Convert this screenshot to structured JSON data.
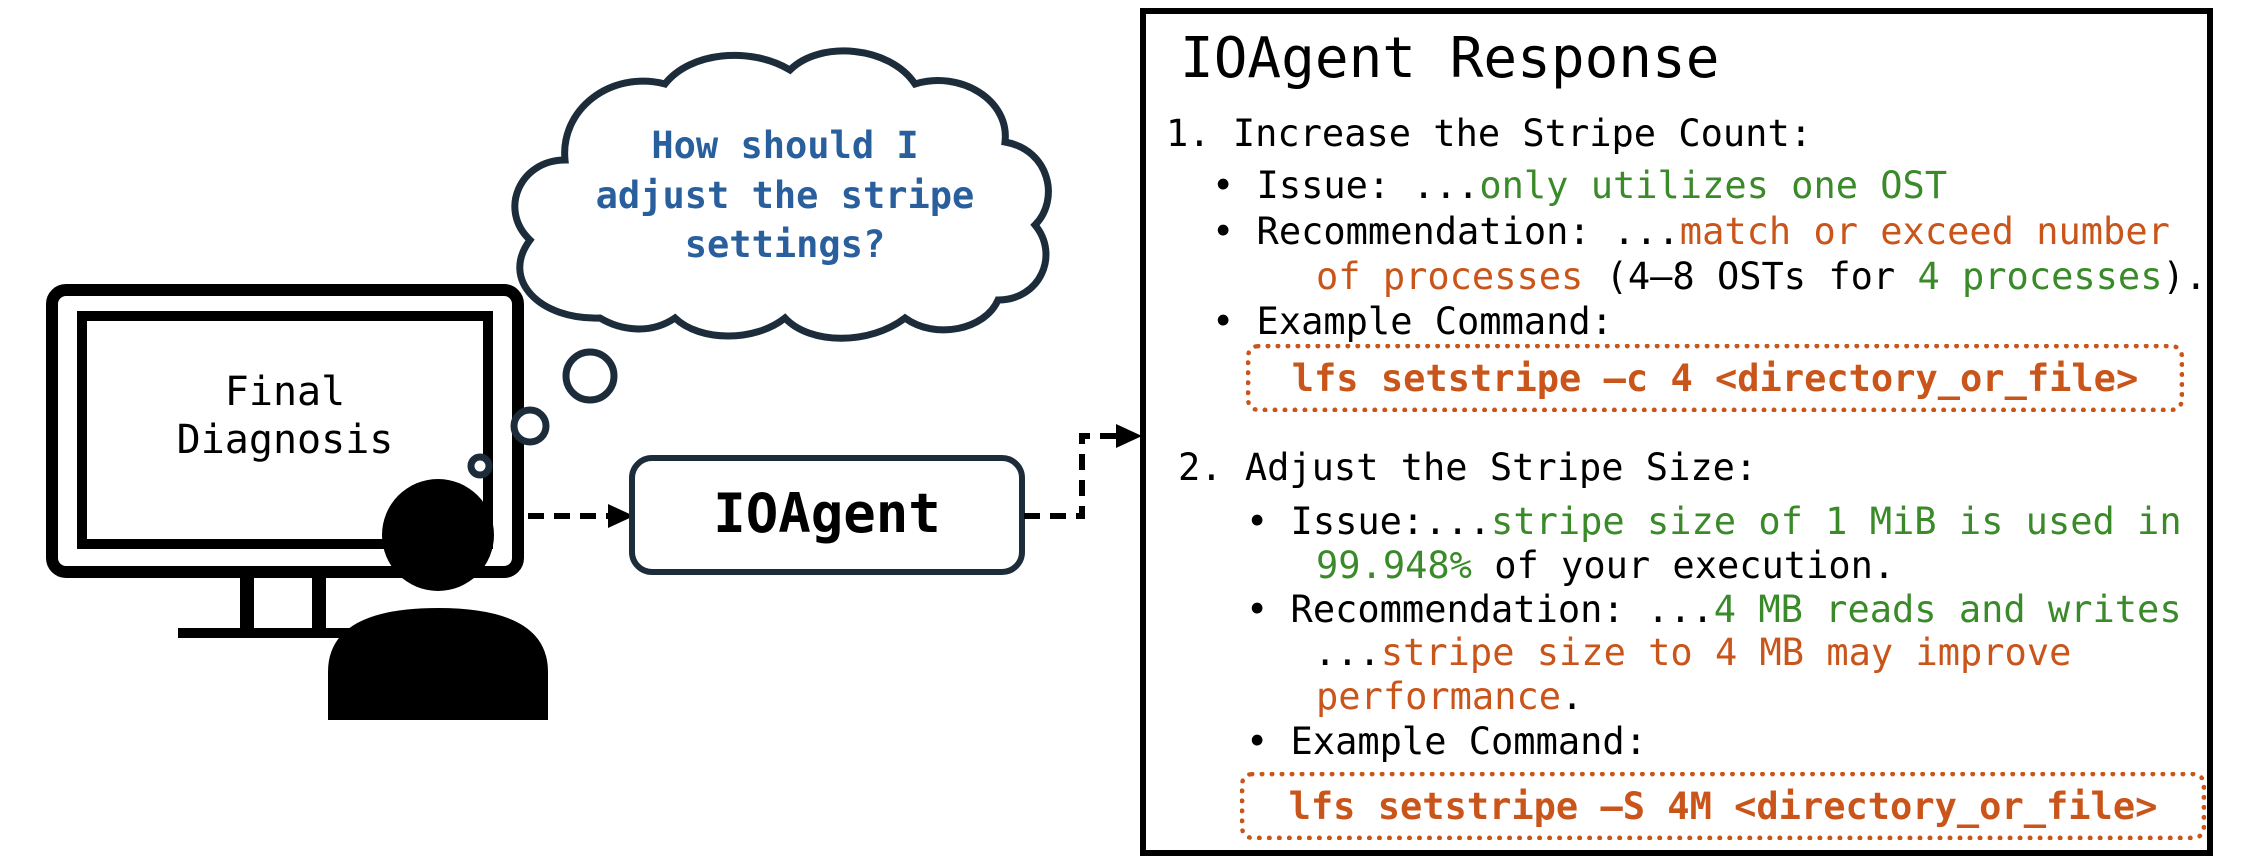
{
  "thought": {
    "line1": "How should I",
    "line2": "adjust the stripe",
    "line3": "settings?"
  },
  "monitor": {
    "line1": "Final",
    "line2": "Diagnosis"
  },
  "agent_label": "IOAgent",
  "response": {
    "title": "IOAgent Response",
    "section1": {
      "heading": "1. Increase the Stripe Count:",
      "issue_label": "• Issue: ...",
      "issue_value": "only utilizes one OST",
      "rec_label": "• Recommendation: ...",
      "rec_value_line1": "match or exceed number",
      "rec_value_line2": "of processes",
      "rec_mid": " (4–8 OSTs for ",
      "rec_value_end": "4 processes",
      "rec_close": ").",
      "example_label": "• Example Command:",
      "command": "lfs setstripe –c 4 <directory_or_file>"
    },
    "section2": {
      "heading": "2. Adjust the Stripe Size:",
      "issue_label": "• Issue:...",
      "issue_value_line1": "stripe size of 1 MiB is used in",
      "issue_value_line2": "99.948%",
      "issue_tail": " of your execution.",
      "rec_label": "• Recommendation: ...",
      "rec_value_green": "4 MB reads and writes",
      "rec_dots": "...",
      "rec_value_orange_line1": "stripe size to 4 MB may improve",
      "rec_value_orange_line2": "performance",
      "rec_period": ".",
      "example_label": "• Example Command:",
      "command": "lfs setstripe –S 4M <directory_or_file>"
    }
  },
  "colors": {
    "question": "#2a5f9e",
    "cloud_stroke": "#1c2c3a",
    "positive": "#3a8a2a",
    "highlight": "#c9551a"
  }
}
